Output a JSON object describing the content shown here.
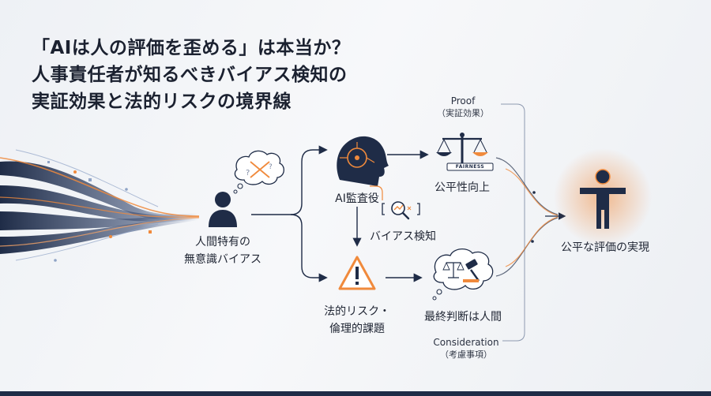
{
  "title": {
    "line1": "「AIは人の評価を歪める」は本当か？",
    "line2": "人事責任者が知るべきバイアス検知の",
    "line3": "実証効果と法的リスクの境界線"
  },
  "nodes": {
    "human_bias": {
      "line1": "人間特有の",
      "line2": "無意識バイアス"
    },
    "ai_auditor": {
      "label": "AI監査役"
    },
    "bias_detection": {
      "label": "バイアス検知"
    },
    "fairness": {
      "label": "公平性向上",
      "badge": "FAIRNESS"
    },
    "legal_risk": {
      "line1": "法的リスク・",
      "line2": "倫理的課題"
    },
    "final_judgment": {
      "label": "最終判断は人間"
    },
    "fair_evaluation": {
      "label": "公平な評価の実現"
    }
  },
  "brackets": {
    "proof": {
      "title": "Proof",
      "subtitle": "（実証効果）"
    },
    "consideration": {
      "title": "Consideration",
      "subtitle": "（考慮事項）"
    }
  },
  "colors": {
    "navy": "#1f2c47",
    "orange": "#f08a3c",
    "background": "#f3f5f8"
  }
}
